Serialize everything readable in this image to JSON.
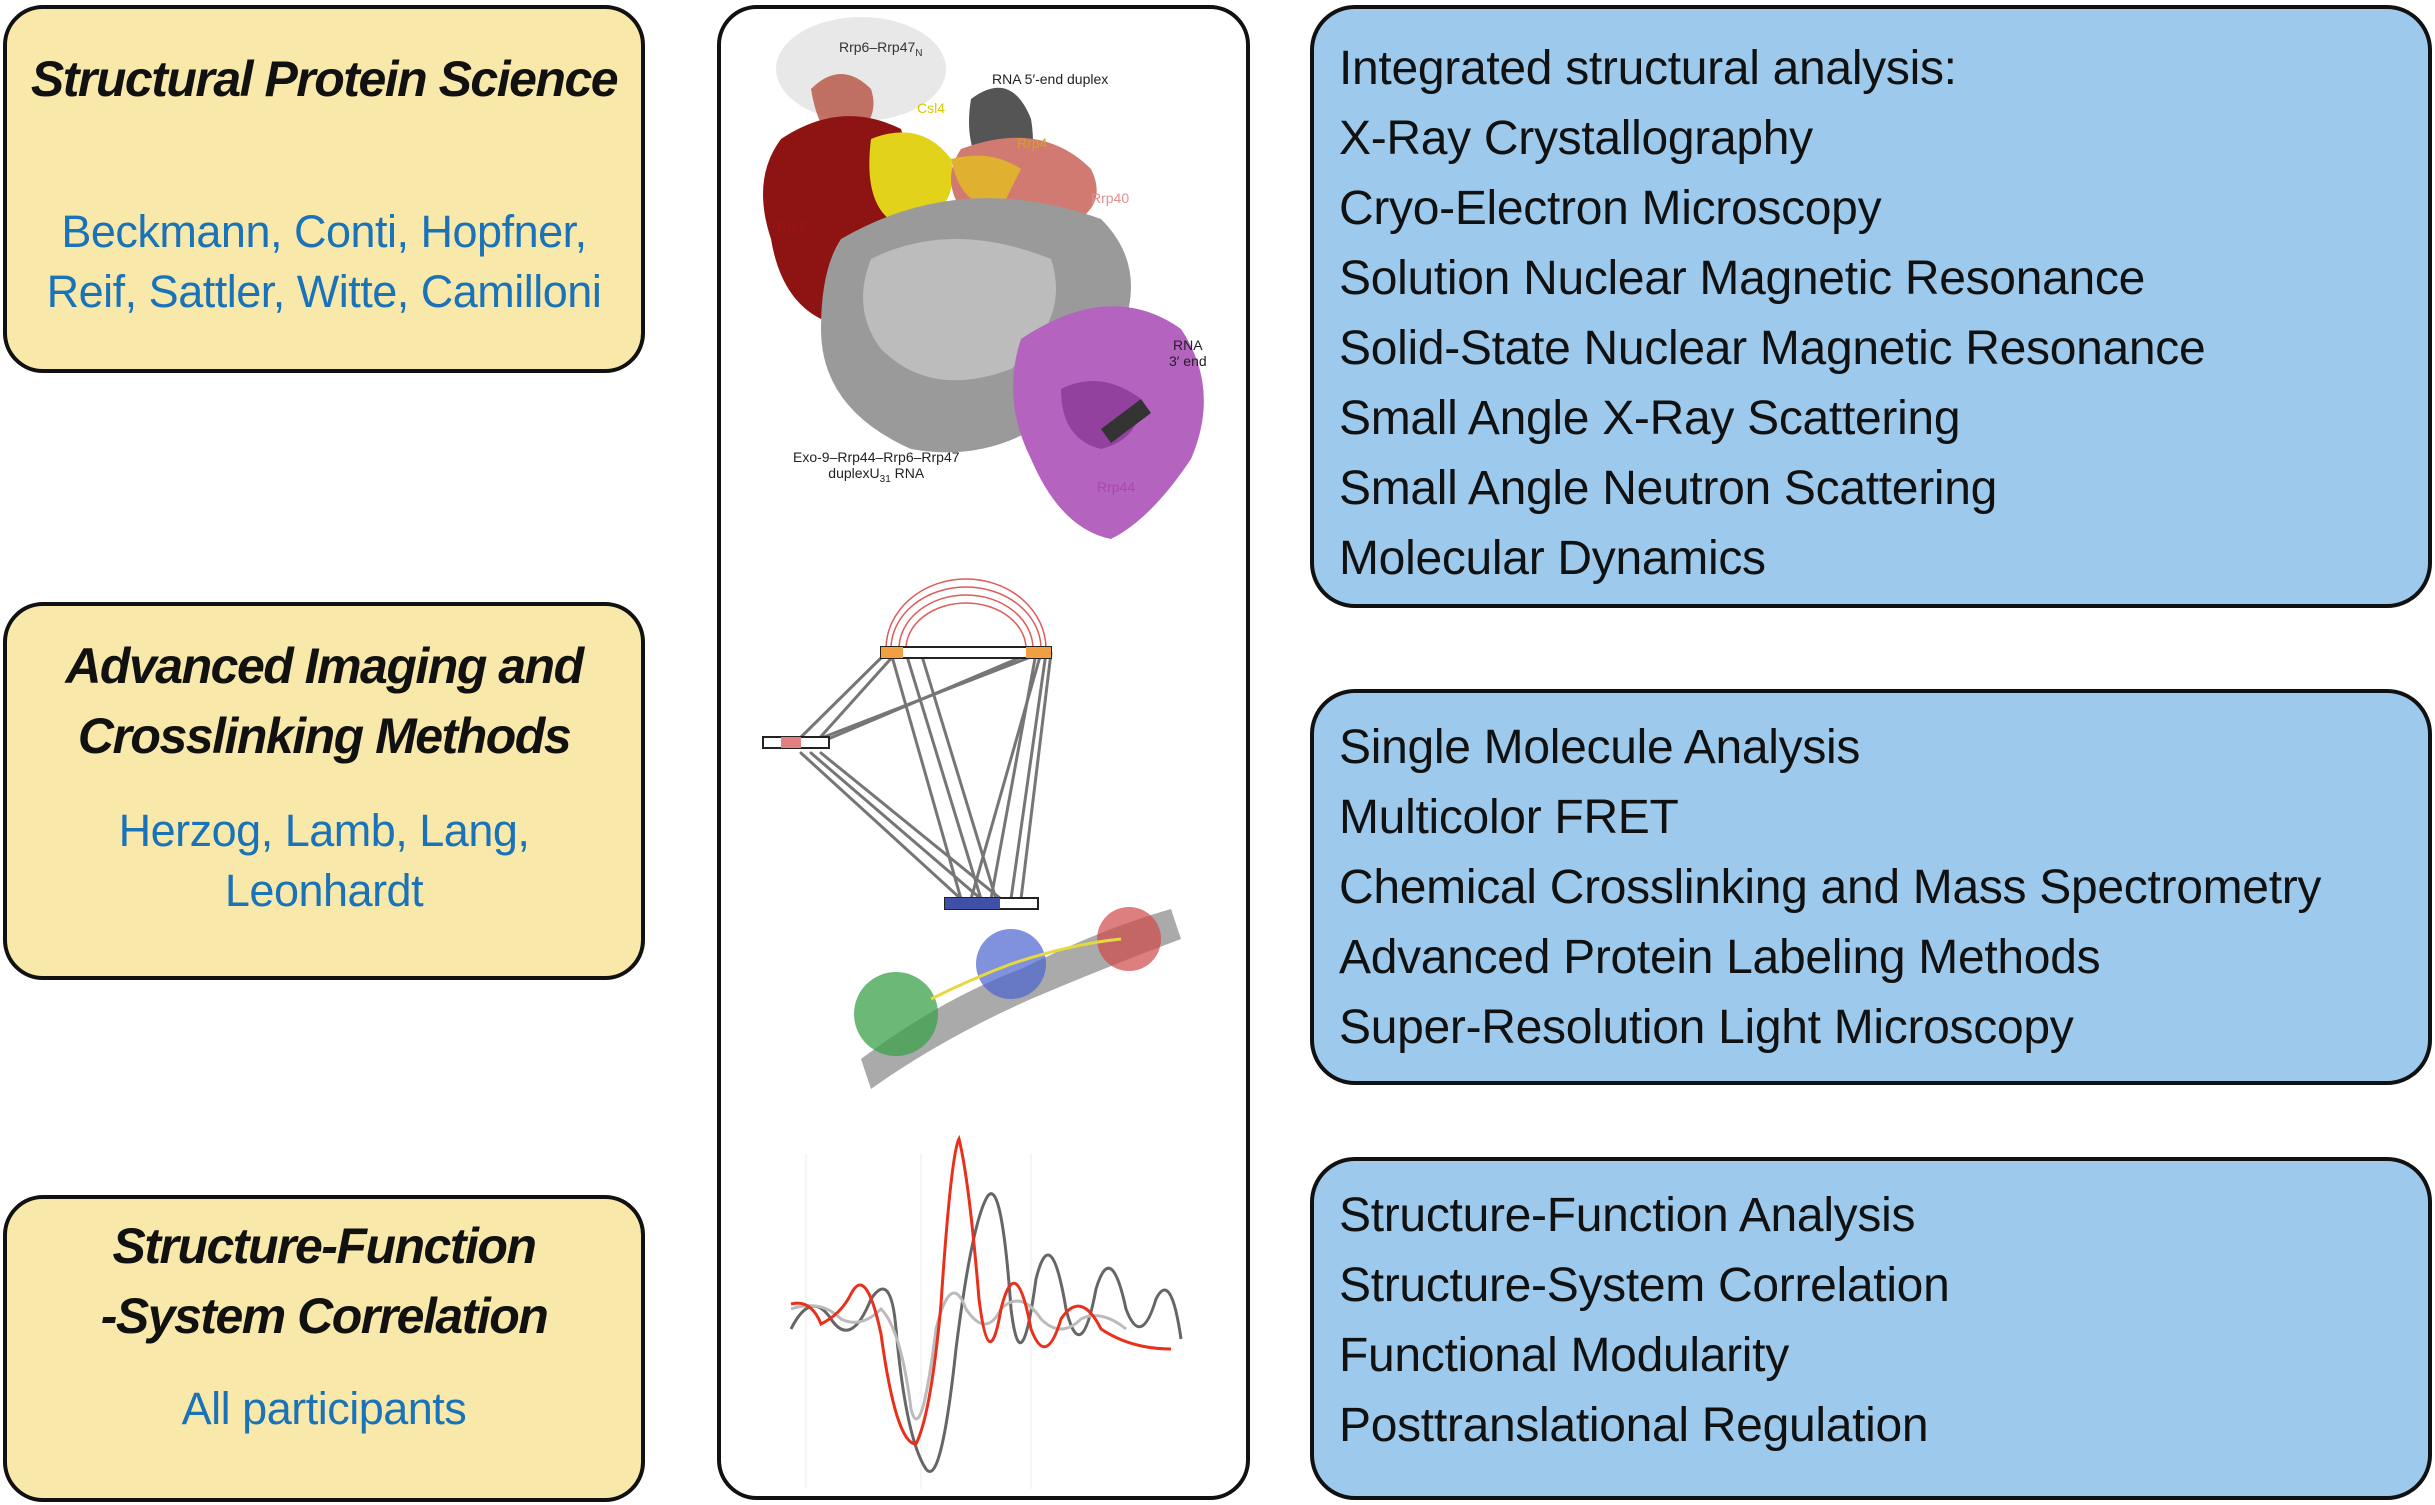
{
  "left_boxes": [
    {
      "title_lines": [
        "Structural Protein Science"
      ],
      "authors_lines": [
        "Beckmann, Conti, Hopfner,",
        "Reif, Sattler, Witte, Camilloni"
      ]
    },
    {
      "title_lines": [
        "Advanced Imaging and",
        "Crosslinking Methods"
      ],
      "authors_lines": [
        "Herzog, Lamb, Lang,",
        "Leonhardt"
      ]
    },
    {
      "title_lines": [
        "Structure-Function",
        "-System Correlation"
      ],
      "authors_lines": [
        "All participants"
      ]
    }
  ],
  "right_boxes": [
    {
      "items": [
        "Integrated structural analysis:",
        "X-Ray Crystallography",
        "Cryo-Electron Microscopy",
        "Solution Nuclear Magnetic Resonance",
        "Solid-State Nuclear Magnetic Resonance",
        "Small Angle X-Ray Scattering",
        "Small Angle Neutron Scattering",
        "Molecular Dynamics"
      ]
    },
    {
      "items": [
        "Single Molecule Analysis",
        "Multicolor FRET",
        "Chemical Crosslinking and Mass Spectrometry",
        "Advanced Protein Labeling Methods",
        "Super-Resolution Light Microscopy"
      ]
    },
    {
      "items": [
        "Structure-Function Analysis",
        "Structure-System Correlation",
        "Functional Modularity",
        "Posttranslational Regulation"
      ]
    }
  ],
  "structure_labels": {
    "rrp6_rrp47n": "Rrp6–Rrp47",
    "rrp6_rrp47n_sub": "N",
    "rna5": "RNA 5′-end duplex",
    "csl4": "Csl4",
    "rrp4": "Rrp4",
    "rrp40": "Rrp40",
    "rrp6": "Rrp6",
    "rna3_line1": "RNA",
    "rna3_line2": "3′ end",
    "complex_line1": "Exo-9–Rrp44–Rrp6–Rrp47",
    "complex_line2_a": "duplexU",
    "complex_line2_sub": "31",
    "complex_line2_b": " RNA",
    "rrp44": "Rrp44"
  },
  "colors": {
    "yellow_box": "#f8e9aa",
    "blue_box": "#9dcaec",
    "author_blue": "#1a72b8"
  }
}
